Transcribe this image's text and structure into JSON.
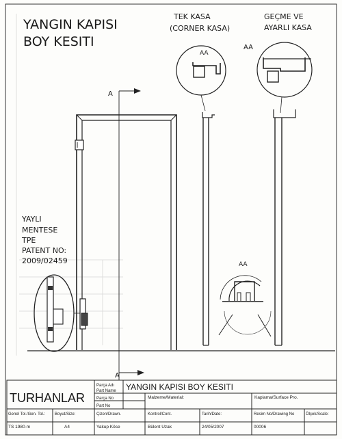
{
  "title": {
    "line1": "YANGIN KAPISI",
    "line2": "BOY KESITI"
  },
  "callouts": {
    "tek_kasa": {
      "line1": "TEK KASA",
      "line2": "(CORNER KASA)",
      "detail": "AA"
    },
    "gecme_kasa": {
      "line1": "GEÇME VE",
      "line2": "AYARLI KASA",
      "detail": "AA"
    },
    "section_detail": "AA",
    "margin_aa": "AA",
    "section_top": "A",
    "section_bottom": "A"
  },
  "hinge_note": {
    "line1": "YAYLI",
    "line2": "MENTESE",
    "line3": "TPE",
    "line4": "PATENT NO:",
    "line5": "2009/02459"
  },
  "title_block": {
    "company": "TURHANLAR",
    "part_name_label": {
      "tr": "Parça Adı",
      "en": "Part Name"
    },
    "part_name_value": "YANGIN KAPISI BOY KESITI",
    "part_no_label": {
      "tr": "Parça No",
      "en": "Part No"
    },
    "material_label": "Malzeme/Material:",
    "surface_label": "Kaplama/Surface Pro.",
    "tolerance_label": "Genel Tol./Gen. Tol.:",
    "tolerance_value": "TS 1980-m",
    "size_label": "Boyut/Size:",
    "size_value": "A4",
    "drawn_label": "Çizen/Drawn.",
    "drawn_value": "Yakup Köse",
    "control_label": "Kontrol/Cont.",
    "control_value": "Bülent Uzak",
    "date_label": "Tarih/Date:",
    "date_value": "24/05/2007",
    "drawing_no_label": "Resim No/Drawing No",
    "drawing_no_value": "00006",
    "scale_label": "Ölçek/Scale:"
  }
}
